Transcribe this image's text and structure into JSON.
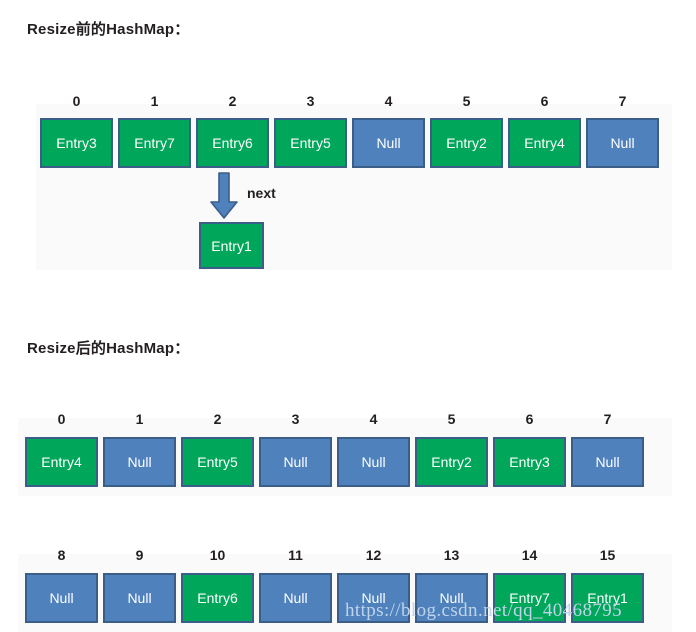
{
  "colors": {
    "entry_green": "#00a65a",
    "null_blue": "#4f81bd",
    "box_border": "#3b5e88",
    "arrow_fill": "#4f81bd",
    "arrow_border": "#3b5e88",
    "text_dark": "#231f20",
    "panel_bg": "#fafafa",
    "watermark": "#bfd4ea"
  },
  "sections": {
    "before": {
      "title": "Resize前的HashMap：",
      "bucket_count": 8,
      "indices": [
        "0",
        "1",
        "2",
        "3",
        "4",
        "5",
        "6",
        "7"
      ],
      "buckets": [
        {
          "index": "0",
          "label": "Entry3",
          "kind": "entry"
        },
        {
          "index": "1",
          "label": "Entry7",
          "kind": "entry"
        },
        {
          "index": "2",
          "label": "Entry6",
          "kind": "entry"
        },
        {
          "index": "3",
          "label": "Entry5",
          "kind": "entry"
        },
        {
          "index": "4",
          "label": "Null",
          "kind": "null"
        },
        {
          "index": "5",
          "label": "Entry2",
          "kind": "entry"
        },
        {
          "index": "6",
          "label": "Entry4",
          "kind": "entry"
        },
        {
          "index": "7",
          "label": "Null",
          "kind": "null"
        }
      ],
      "chain": {
        "from_index": "2",
        "arrow_label": "next",
        "node": {
          "label": "Entry1",
          "kind": "entry"
        }
      }
    },
    "after": {
      "title": "Resize后的HashMap：",
      "bucket_count": 16,
      "row_a": {
        "indices": [
          "0",
          "1",
          "2",
          "3",
          "4",
          "5",
          "6",
          "7"
        ],
        "buckets": [
          {
            "index": "0",
            "label": "Entry4",
            "kind": "entry"
          },
          {
            "index": "1",
            "label": "Null",
            "kind": "null"
          },
          {
            "index": "2",
            "label": "Entry5",
            "kind": "entry"
          },
          {
            "index": "3",
            "label": "Null",
            "kind": "null"
          },
          {
            "index": "4",
            "label": "Null",
            "kind": "null"
          },
          {
            "index": "5",
            "label": "Entry2",
            "kind": "entry"
          },
          {
            "index": "6",
            "label": "Entry3",
            "kind": "entry"
          },
          {
            "index": "7",
            "label": "Null",
            "kind": "null"
          }
        ]
      },
      "row_b": {
        "indices": [
          "8",
          "9",
          "10",
          "11",
          "12",
          "13",
          "14",
          "15"
        ],
        "buckets": [
          {
            "index": "8",
            "label": "Null",
            "kind": "null"
          },
          {
            "index": "9",
            "label": "Null",
            "kind": "null"
          },
          {
            "index": "10",
            "label": "Entry6",
            "kind": "entry"
          },
          {
            "index": "11",
            "label": "Null",
            "kind": "null"
          },
          {
            "index": "12",
            "label": "Null",
            "kind": "null"
          },
          {
            "index": "13",
            "label": "Null",
            "kind": "null"
          },
          {
            "index": "14",
            "label": "Entry7",
            "kind": "entry"
          },
          {
            "index": "15",
            "label": "Entry1",
            "kind": "entry"
          }
        ]
      }
    }
  },
  "watermark": {
    "text": "https://blog.csdn.net/qq_40468795"
  }
}
